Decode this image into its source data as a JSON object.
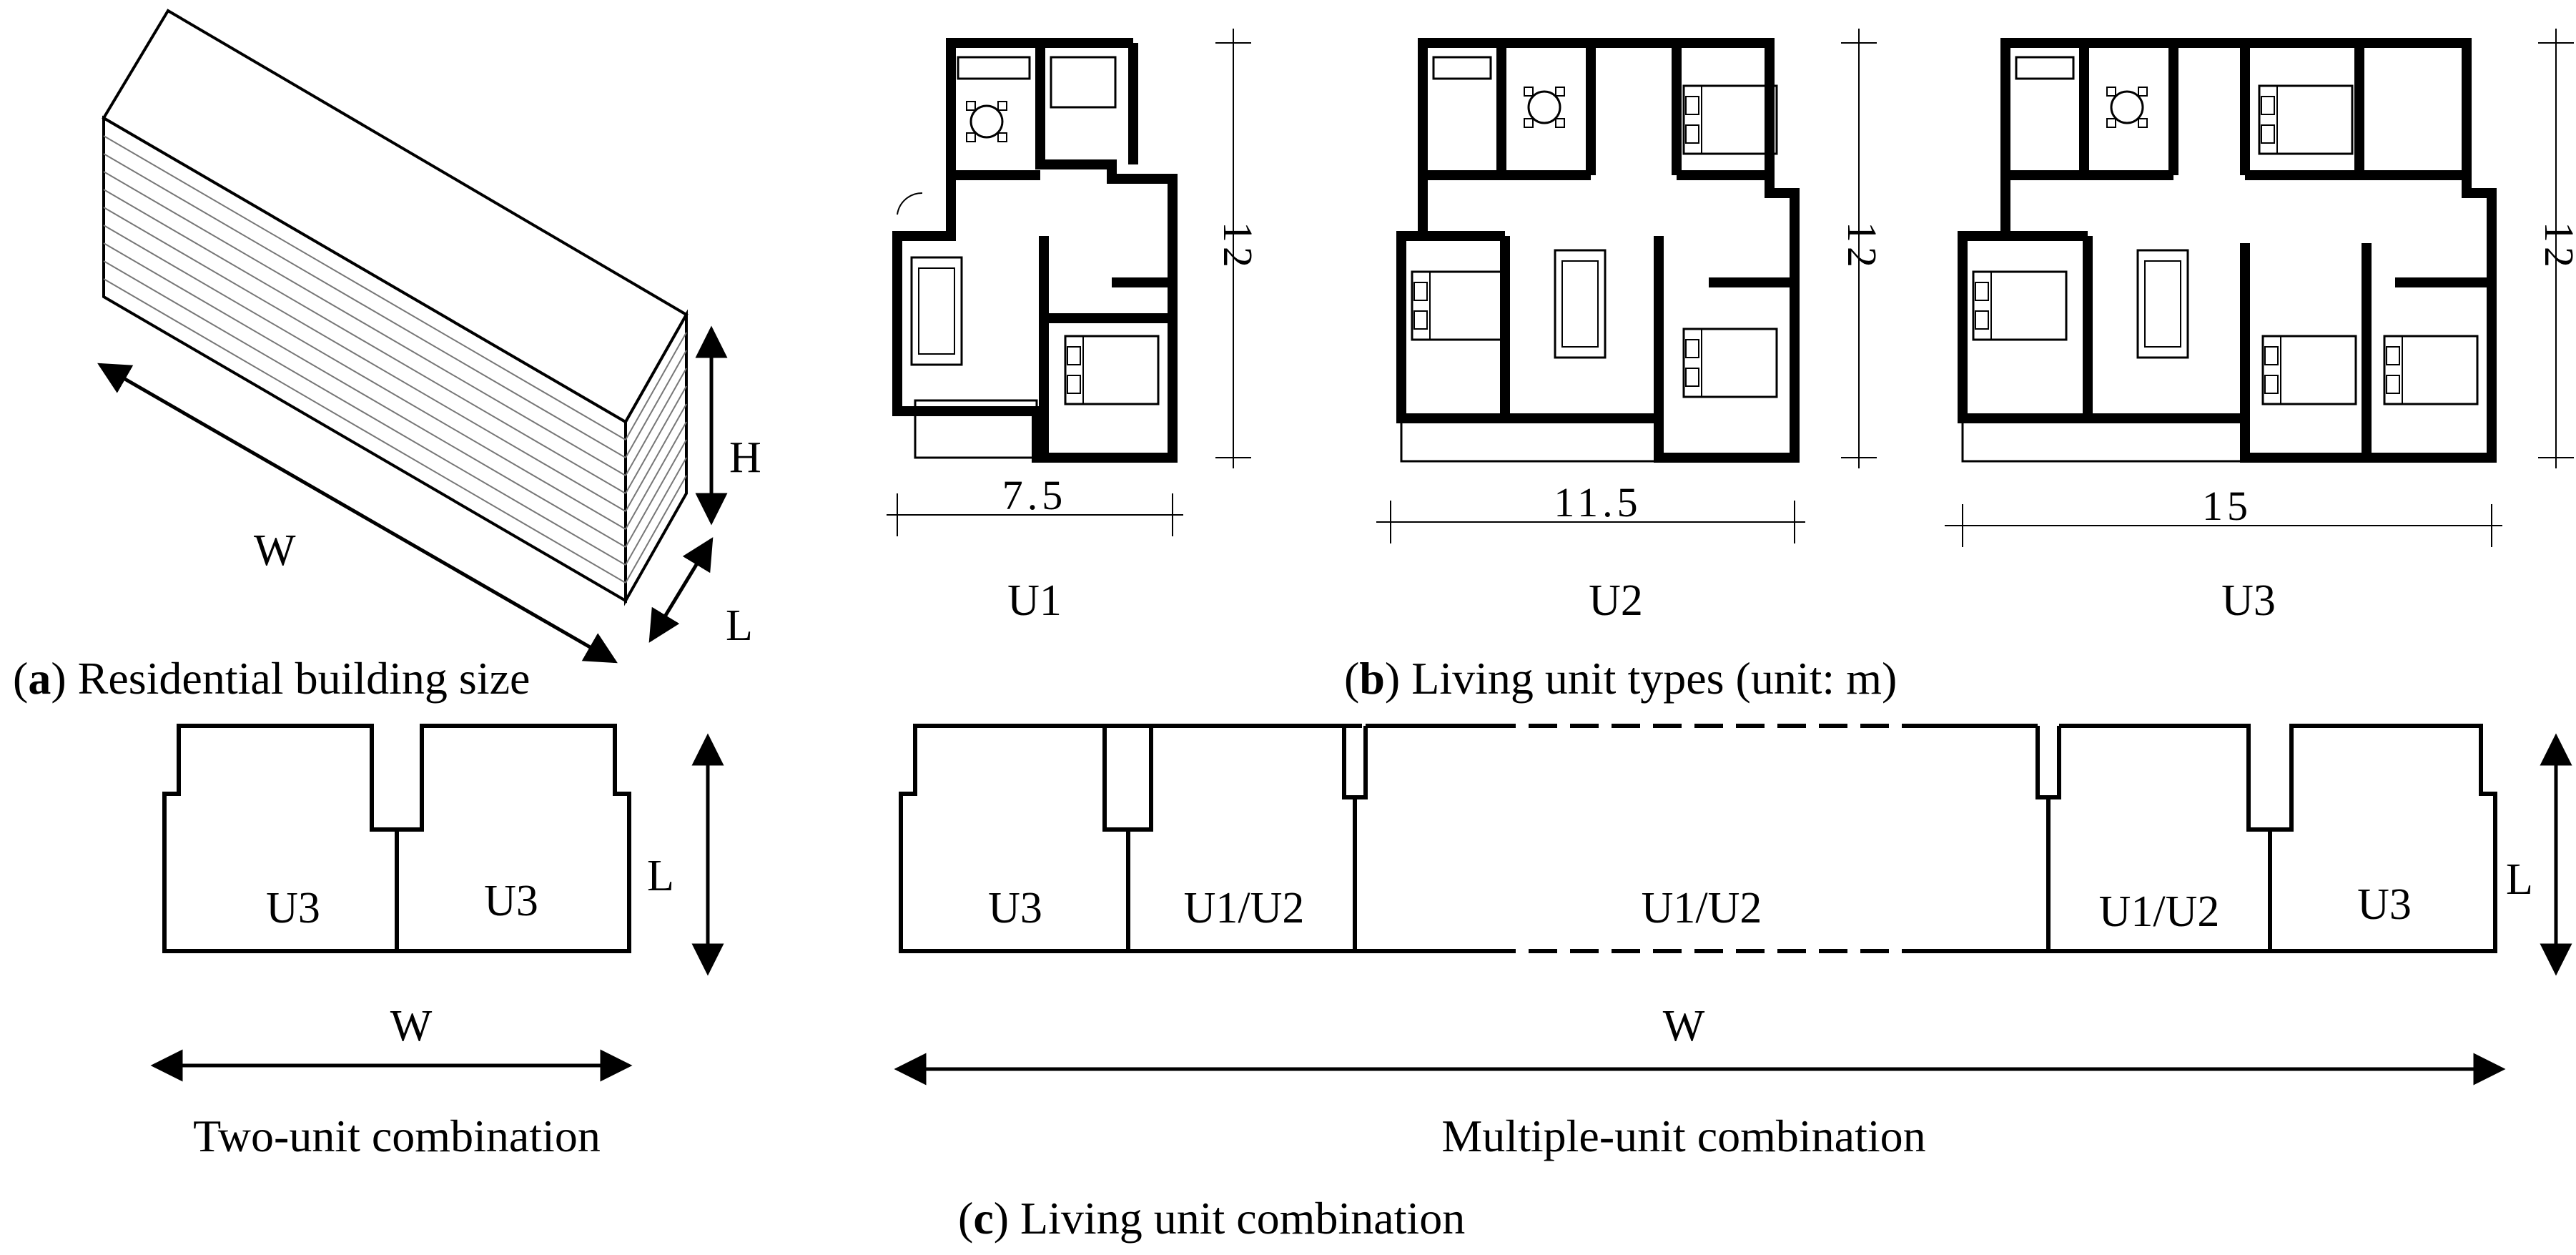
{
  "panel_a": {
    "caption_letter": "a",
    "caption_text": " Residential building size",
    "dims": {
      "width": "W",
      "height": "H",
      "length": "L"
    }
  },
  "panel_b": {
    "caption_letter": "b",
    "caption_text": " Living unit types (unit: m)",
    "units": [
      {
        "name": "U1",
        "width": "7.5",
        "depth": "12"
      },
      {
        "name": "U2",
        "width": "11.5",
        "depth": "12"
      },
      {
        "name": "U3",
        "width": "15",
        "depth": "12"
      }
    ]
  },
  "panel_c": {
    "caption_letter": "c",
    "caption_text": " Living unit combination",
    "two_unit": {
      "title": "Two-unit combination",
      "cells": [
        "U3",
        "U3"
      ],
      "width_label": "W",
      "length_label": "L"
    },
    "multi_unit": {
      "title": "Multiple-unit combination",
      "cells": [
        "U3",
        "U1/U2",
        "U1/U2",
        "U1/U2",
        "U3"
      ],
      "width_label": "W",
      "length_label": "L"
    }
  }
}
